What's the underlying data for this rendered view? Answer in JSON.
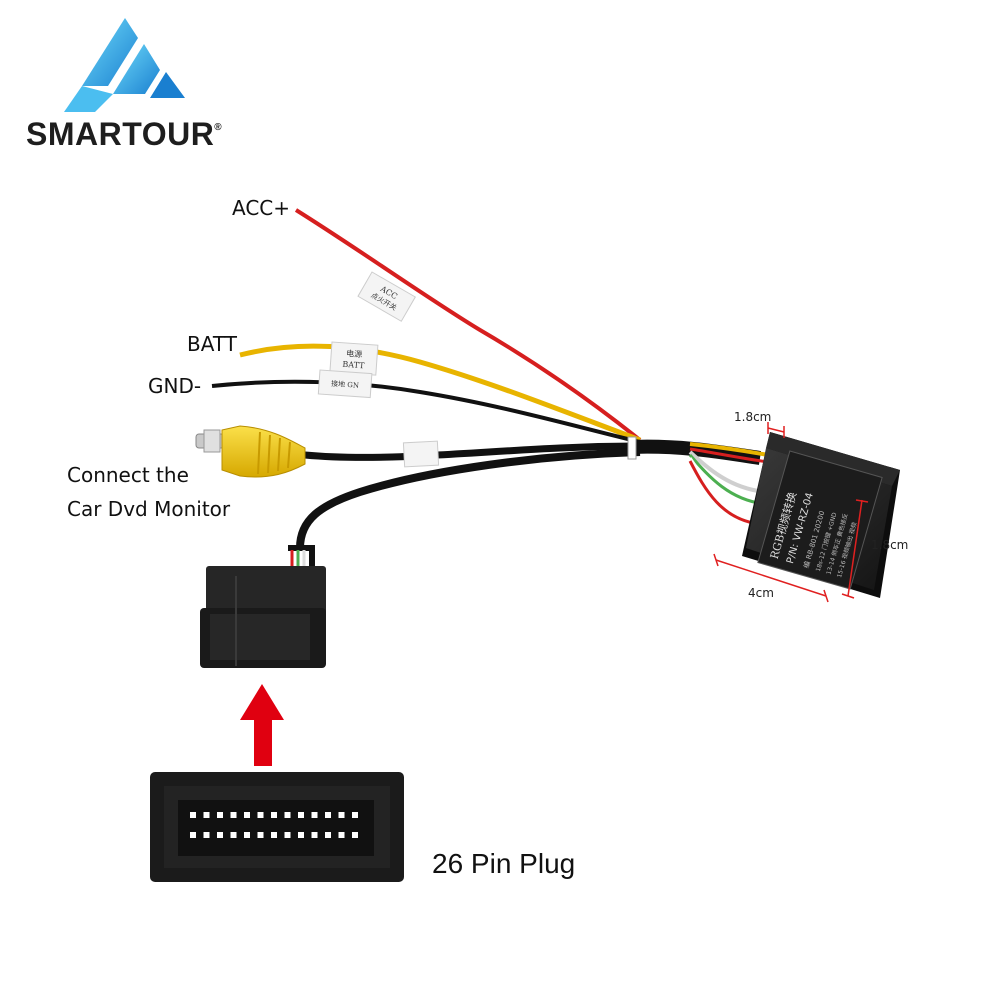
{
  "brand": {
    "name": "SMARTOUR",
    "registered": "®"
  },
  "wire_labels": {
    "acc": "ACC+",
    "batt": "BATT",
    "gnd": "GND-"
  },
  "wire_tags": {
    "acc": [
      "ACC",
      "点火开关"
    ],
    "batt": [
      "电源",
      "BATT"
    ],
    "gnd": [
      "接地 GN"
    ]
  },
  "note": {
    "line1": "Connect the",
    "line2": "Car Dvd Monitor"
  },
  "module": {
    "title": "RGB视频转换",
    "part_number": "P/N: VW-RZ-04",
    "line3": "编 RB-801 20200",
    "line4": "18s-12 门按键  +GND",
    "line5": "13-14 倒车正 黄色接反",
    "line6": "15-16 视频输出 视频"
  },
  "dimensions": {
    "top": "1.8cm",
    "side": "1.8cm",
    "bottom": "4cm"
  },
  "plug": {
    "label": "26 Pin Plug"
  },
  "colors": {
    "brand_light": "#5ad1f5",
    "brand_dark": "#1a7fd0",
    "acc_wire": "#d61f1f",
    "batt_wire": "#e8b400",
    "arrow": "#e00010",
    "rca": "#f2c800"
  }
}
